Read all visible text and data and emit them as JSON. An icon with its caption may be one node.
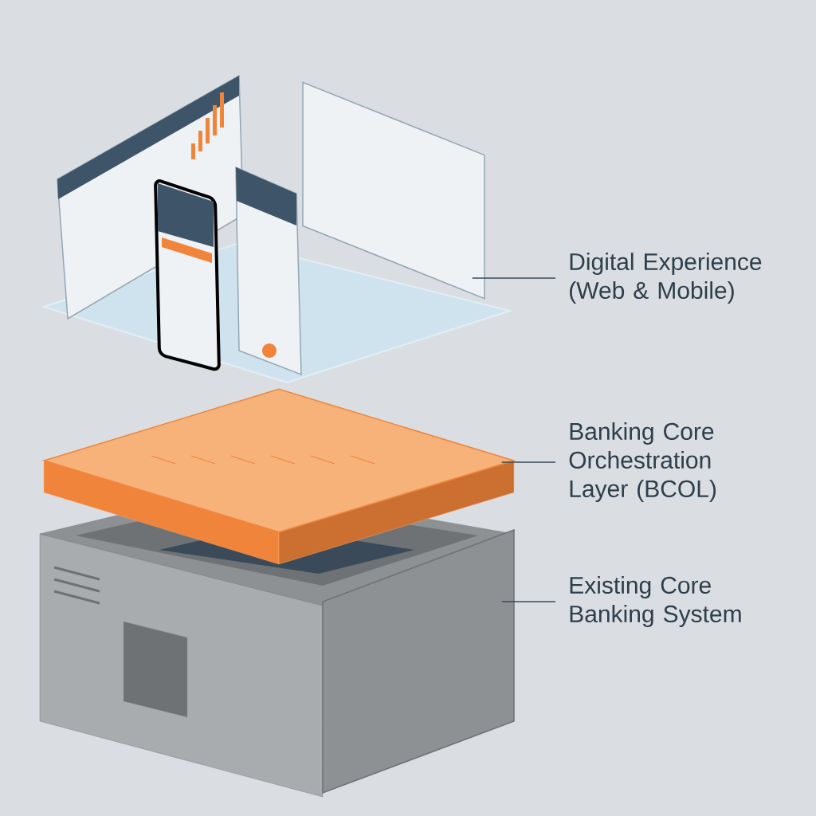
{
  "diagram": {
    "nodes": [
      {
        "text": [
          "Digital Experience (Web & Mobile)"
        ]
      },
      {
        "text": [
          "Banking Core Orchestration Layer (BCOL)"
        ]
      },
      {
        "text": [
          "Existing Core Banking System"
        ]
      },
      {
        "text": [],
        "shape": "box"
      },
      {
        "text": [],
        "shape": "diamond"
      },
      {
        "text": [],
        "shape": "box"
      }
    ],
    "edges": [
      {
        "from": 0,
        "to": 3,
        "arrow": "none"
      },
      {
        "from": 1,
        "to": 4,
        "arrow": "none"
      },
      {
        "from": 2,
        "to": 5,
        "arrow": "none"
      }
    ]
  }
}
